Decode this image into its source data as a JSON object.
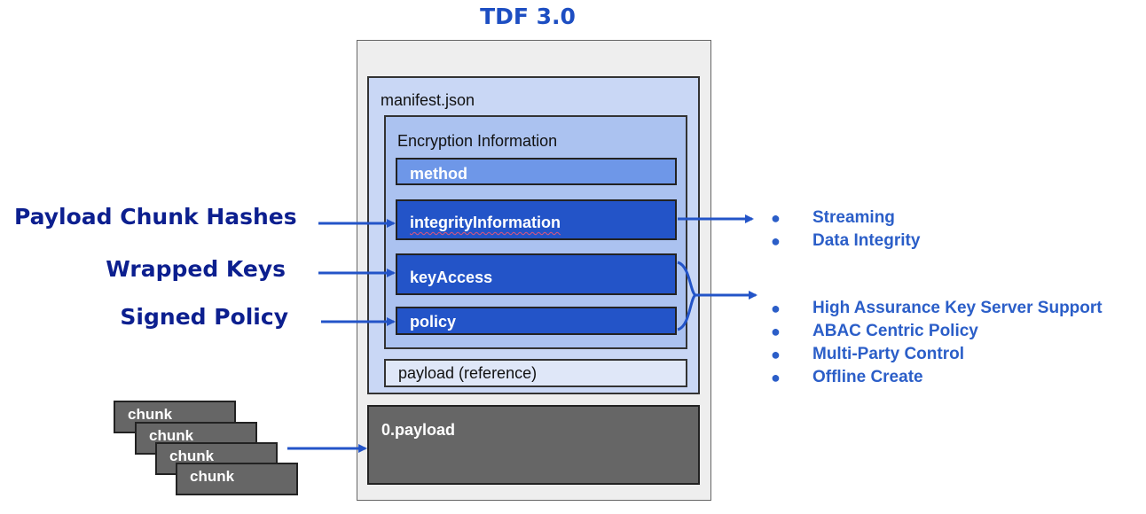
{
  "diagram": {
    "title": "TDF 3.0",
    "manifest_label": "manifest.json",
    "encryption_label": "Encryption Information",
    "fields": {
      "method": "method",
      "integrity": "integrityInformation",
      "key_access": "keyAccess",
      "policy": "policy"
    },
    "payload_reference": "payload (reference)",
    "payload_file": "0.payload",
    "chunks": [
      "chunk",
      "chunk",
      "chunk",
      "chunk"
    ],
    "left_labels": {
      "chunk_hashes": "Payload Chunk Hashes",
      "wrapped_keys": "Wrapped Keys",
      "signed_policy": "Signed Policy"
    },
    "integrity_benefits": [
      "Streaming",
      "Data Integrity"
    ],
    "key_benefits": [
      "High Assurance Key Server Support",
      "ABAC Centric Policy",
      "Multi-Party Control",
      "Offline Create"
    ],
    "bullet_glyph": "●",
    "colors": {
      "title_blue": "#1d4ec2",
      "label_navy": "#0c1f8f",
      "field_blue": "#2354c8",
      "method_blue": "#6e97e8",
      "bullet_blue": "#2b5ec8",
      "payload_gray": "#666666"
    }
  }
}
